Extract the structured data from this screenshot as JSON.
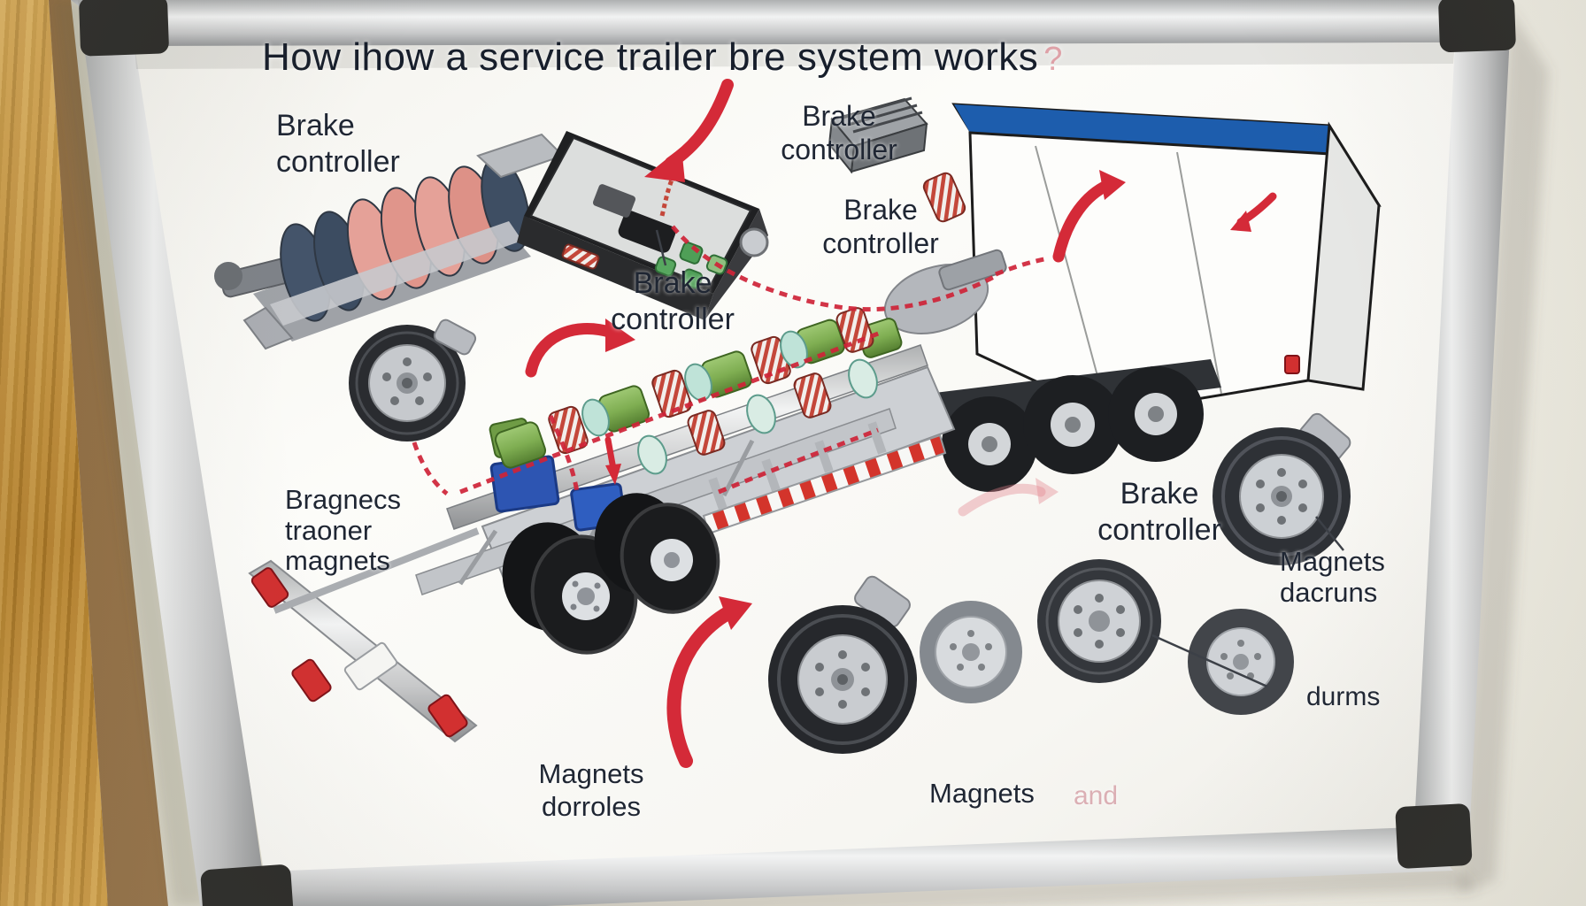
{
  "photo": {
    "title": "How ihow a service trailer bre system works",
    "title_mark": "?",
    "labels": {
      "brake_controller_top_left": "Brake\ncontroller",
      "brake_controller_top_mid": "Brake\ncontroller",
      "brake_controller_upper_right": "Brake\ncontroller",
      "brake_controller_chassis": "Brake\ncontroller",
      "brake_controller_mid_right": "Brake\ncontroller",
      "magnets_left": "Bragnecs\ntraoner\nmagnets",
      "magnets_right": "Magnets\ndacruns",
      "drums_right": "durms",
      "magnets_bottom_left": "Magnets\ndorroles",
      "magnets_bottom": "Magnets",
      "and_faint": "and"
    },
    "colors": {
      "arrow_red": "#d42a38",
      "wire_red": "#cf2438",
      "coil_salmon": "#e5a198",
      "coil_navy": "#44546a",
      "magnet_green": "#7fae52",
      "box_blue": "#2d55b2",
      "truck_stripe_blue": "#1d5dad",
      "frame_silver": "#c9cacb",
      "corner_black": "#2b2b29",
      "wood_oak": "#c9943a",
      "board_white": "#fafaf6"
    },
    "illustrations": [
      "electromagnet-coil-assembly",
      "brake-controller-unit",
      "power-module-box",
      "box-truck",
      "trailer-chassis-with-magnets",
      "trailer-wheels",
      "brake-drums",
      "wheel-hub-drum",
      "red-flow-arrows",
      "red-dashed-brake-wiring"
    ]
  }
}
